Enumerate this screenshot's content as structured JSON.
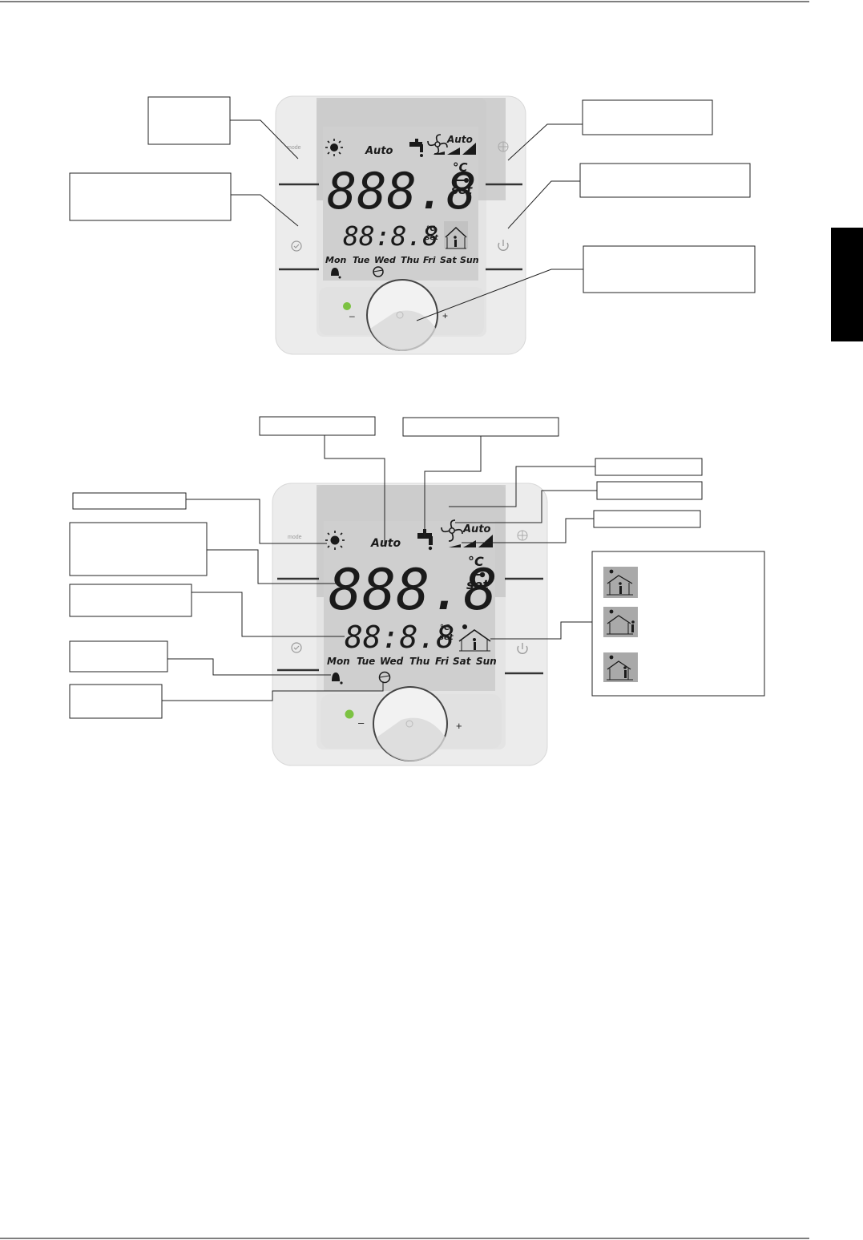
{
  "lcd": {
    "days": [
      "Mon",
      "Tue",
      "Wed",
      "Thu",
      "Fri",
      "Sat",
      "Sun"
    ],
    "auto_mode": "Auto",
    "auto_fan": "Auto",
    "main_digits": "888.8",
    "unit_main": "°C",
    "set_main": "set",
    "small_digits": "88:8.8",
    "unit_small": "°C",
    "set_small": "set"
  },
  "device": {
    "mode_label": "mode",
    "minus": "–",
    "plus": "+",
    "led_color": "#7cc242"
  },
  "colors": {
    "lcd_bg": "#cfcfcf",
    "panel": "#e9e9e9",
    "ink": "#1a1a1a",
    "legend_icon_bg": "#a9a9a9"
  }
}
